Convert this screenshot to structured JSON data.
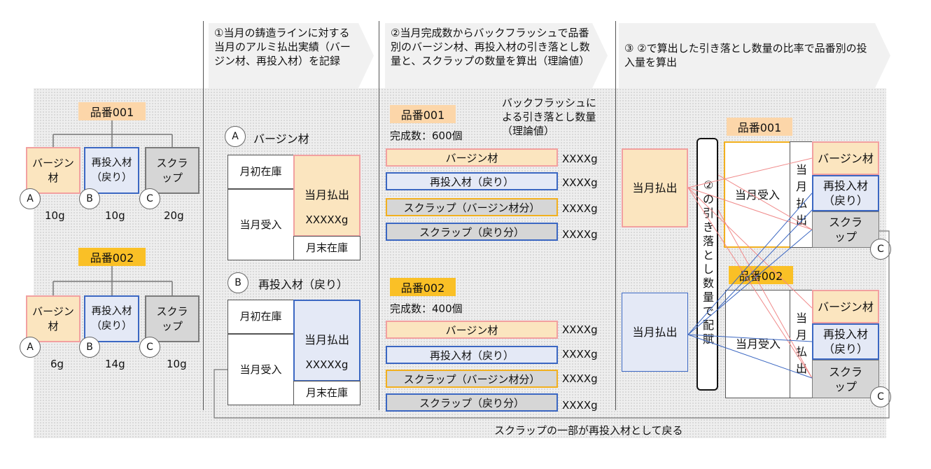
{
  "headers": [
    "①当月の鋳造ラインに対する当月のアルミ払出実績（バージン材、再投入材）を記録",
    "②当月完成数からバックフラッシュで品番別のバージン材、再投入材の引き落とし数量と、スクラップの数量を算出（理論値）",
    "③ ②で算出した引き落とし数量の比率で品番別の投入量を算出"
  ],
  "left": {
    "product1": "品番001",
    "product2": "品番002",
    "virgin": "バージン材",
    "reinput": "再投入材（戻り）",
    "scrap": "スクラップ",
    "markA": "A",
    "markB": "B",
    "markC": "C",
    "p1_weights": [
      "10g",
      "10g",
      "20g"
    ],
    "p2_weights": [
      "6g",
      "14g",
      "10g"
    ]
  },
  "col1": {
    "a_title": "バージン材",
    "b_title": "再投入材（戻り）",
    "opening": "月初在庫",
    "receipt": "当月受入",
    "issue": "当月払出",
    "issue_amount": "XXXXXg",
    "closing": "月末在庫"
  },
  "col2": {
    "backflush_note": "バックフラッシュによる引き落とし数量（理論値）",
    "p1_title": "品番001",
    "p1_done": "完成数：600個",
    "p2_title": "品番002",
    "p2_done": "完成数：400個",
    "rows": [
      "バージン材",
      "再投入材（戻り）",
      "スクラップ（バージン材分）",
      "スクラップ（戻り分）"
    ],
    "amount": "XXXXg"
  },
  "col3": {
    "issue": "当月払出",
    "allocate": "②の引き落とし数量で配賦",
    "p1_title": "品番001",
    "p2_title": "品番002",
    "receipt": "当月受入",
    "issue_vertical": "当月払出",
    "virgin": "バージン材",
    "reinput": "再投入材（戻り）",
    "scrap": "スクラップ",
    "markC": "C"
  },
  "footer": "スクラップの一部が再投入材として戻る"
}
